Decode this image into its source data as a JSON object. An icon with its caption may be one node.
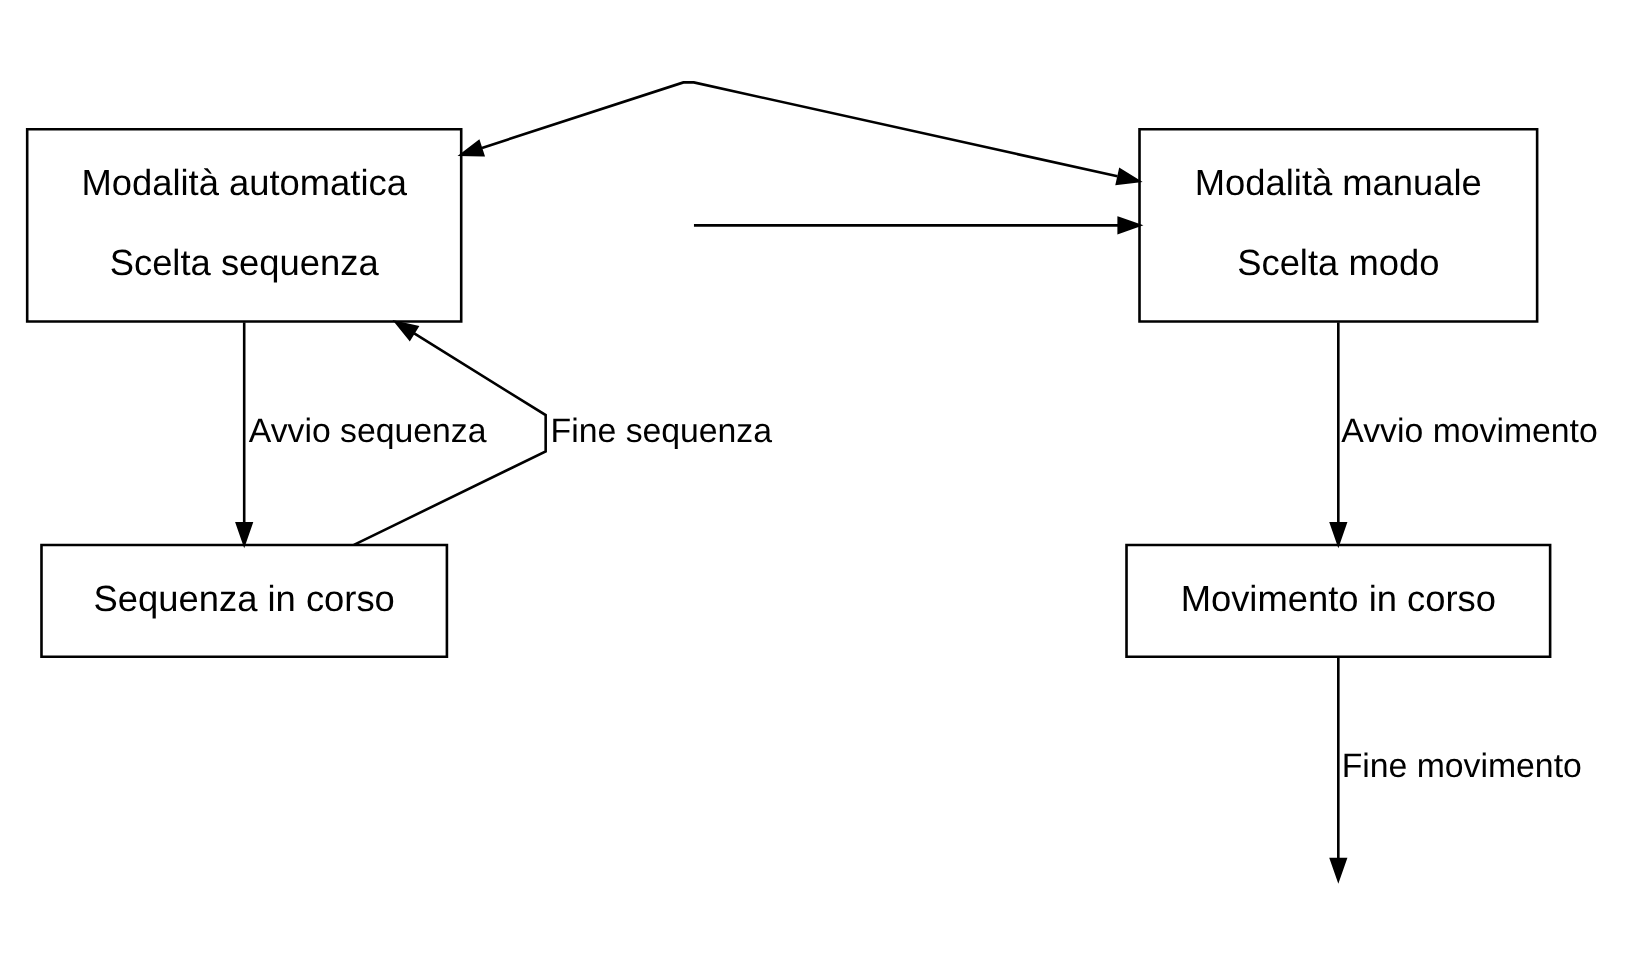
{
  "diagram": {
    "nodes": [
      {
        "text": [
          "Modalità automatica",
          "Scelta sequenza"
        ]
      },
      {
        "text": [
          "Modalità manuale",
          "Scelta modo"
        ]
      },
      {
        "text": [
          "Sequenza in corso"
        ]
      },
      {
        "text": [
          "Movimento in corso"
        ]
      }
    ],
    "edges": [
      {
        "from": 0,
        "to": 1,
        "arrow": "both"
      },
      {
        "from": 0,
        "to": 2,
        "label": "Avvio sequenza",
        "arrow": "to"
      },
      {
        "from": 1,
        "to": 3,
        "label": "Avvio movimento",
        "arrow": "to"
      },
      {
        "from": 2,
        "to": 0,
        "label": "Fine sequenza",
        "arrow": "to"
      },
      {
        "from": 3,
        "to": null,
        "label": "Fine movimento",
        "arrow": "to"
      },
      {
        "from": null,
        "to": 1,
        "arrow": "to"
      }
    ]
  }
}
